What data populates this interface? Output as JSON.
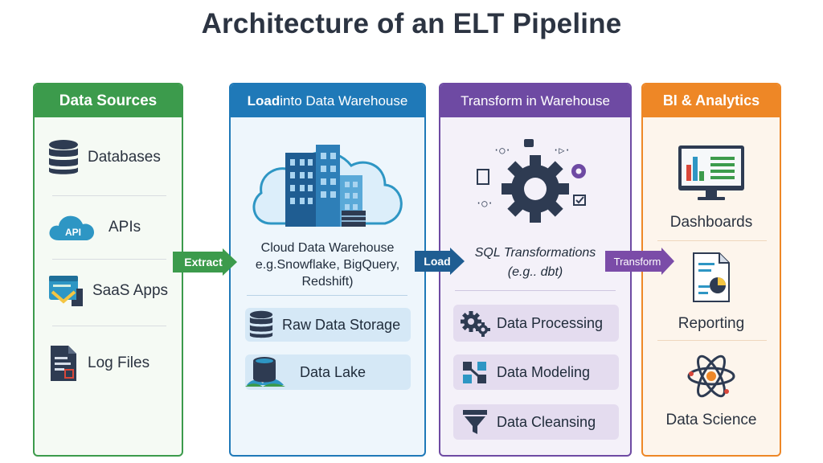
{
  "title": "Architecture of an ELT Pipeline",
  "sources": {
    "header": "Data Sources",
    "items": [
      {
        "label": "Databases",
        "icon": "database-icon"
      },
      {
        "label": "APIs",
        "icon": "api-cloud-icon",
        "badge": "API"
      },
      {
        "label": "SaaS Apps",
        "icon": "saas-app-icon"
      },
      {
        "label": "Log Files",
        "icon": "log-file-icon"
      }
    ]
  },
  "load": {
    "header_bold": "Load",
    "header_rest": " into Data Warehouse",
    "warehouse_line1": "Cloud Data Warehouse",
    "warehouse_line2": "e.g.Snowflake, BigQuery,",
    "warehouse_line3": "Redshift)",
    "items": [
      {
        "label": "Raw Data Storage",
        "icon": "database-icon"
      },
      {
        "label": "Data Lake",
        "icon": "data-lake-icon"
      }
    ]
  },
  "transform": {
    "header": "Transform in Warehouse",
    "sql_line1": "SQL Transformations",
    "sql_line2": "(e.g.. dbt)",
    "items": [
      {
        "label": "Data Processing",
        "icon": "gears-icon"
      },
      {
        "label": "Data Modeling",
        "icon": "modeling-icon"
      },
      {
        "label": "Data Cleansing",
        "icon": "funnel-icon"
      }
    ]
  },
  "bi": {
    "header": "BI & Analytics",
    "items": [
      {
        "label": "Dashboards",
        "icon": "dashboard-monitor-icon"
      },
      {
        "label": "Reporting",
        "icon": "report-document-icon"
      },
      {
        "label": "Data Science",
        "icon": "atom-icon"
      }
    ]
  },
  "arrows": {
    "extract": "Extract",
    "load": "Load",
    "transform": "Transform"
  },
  "colors": {
    "sources": "#3c9b4c",
    "load": "#1f79b8",
    "transform": "#6e4aa3",
    "bi": "#ee8726",
    "navy": "#2e3b52"
  }
}
